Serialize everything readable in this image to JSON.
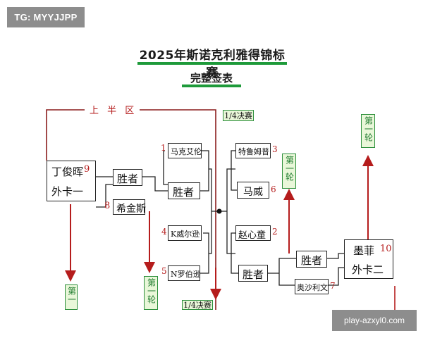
{
  "watermark_top_left": "TG: MYYJJPP",
  "watermark_bottom_right": "play-azxyl0.com",
  "title": "2025年斯诺克利雅得锦标赛",
  "subtitle": "完整签表",
  "half_label": "上 半 区",
  "quarterfinal_label_top": "1/4决赛",
  "quarterfinal_label_bottom": "1/4决赛",
  "round1_tags": [
    "第一轮",
    "第一轮",
    "第一轮",
    "第一"
  ],
  "left_block": {
    "name": "丁俊晖",
    "seed": "9",
    "sub": "外卡一"
  },
  "winner_label": "胜者",
  "players": {
    "xijinsi": {
      "num": "8",
      "name": "希金斯"
    },
    "make": {
      "num": "1",
      "name": "马克艾伦"
    },
    "kweier": {
      "num": "4",
      "name": "K威尔逊"
    },
    "nluobo": {
      "num": "5",
      "name": "N罗伯逊"
    },
    "telumu": {
      "name": "特鲁姆普",
      "num": "3"
    },
    "mawei": {
      "name": "马威",
      "num": "6"
    },
    "zhao": {
      "name": "赵心童",
      "num": "2"
    },
    "aosha": {
      "name": "奥沙利文",
      "num": "7"
    }
  },
  "right_block": {
    "name": "墨菲",
    "seed": "10",
    "sub": "外卡二"
  },
  "colors": {
    "line": "#222222",
    "arrow_red": "#b51c1c",
    "half_border": "#8b1e1e",
    "green_bar": "#1e9a3a",
    "tag_bg": "#e9f7d9"
  }
}
